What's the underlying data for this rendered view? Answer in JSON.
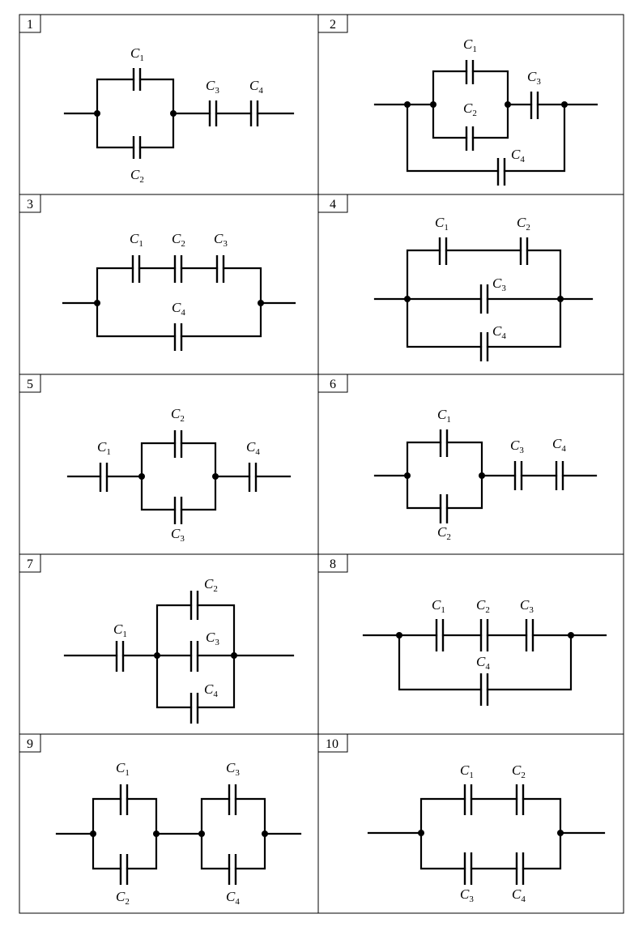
{
  "cells": [
    {
      "number": "1",
      "labels": [
        {
          "letter": "C",
          "sub": "1"
        },
        {
          "letter": "C",
          "sub": "3"
        },
        {
          "letter": "C",
          "sub": "4"
        },
        {
          "letter": "C",
          "sub": "2"
        }
      ]
    },
    {
      "number": "2",
      "labels": [
        {
          "letter": "C",
          "sub": "1"
        },
        {
          "letter": "C",
          "sub": "3"
        },
        {
          "letter": "C",
          "sub": "2"
        },
        {
          "letter": "C",
          "sub": "4"
        }
      ]
    },
    {
      "number": "3",
      "labels": [
        {
          "letter": "C",
          "sub": "1"
        },
        {
          "letter": "C",
          "sub": "2"
        },
        {
          "letter": "C",
          "sub": "3"
        },
        {
          "letter": "C",
          "sub": "4"
        }
      ]
    },
    {
      "number": "4",
      "labels": [
        {
          "letter": "C",
          "sub": "1"
        },
        {
          "letter": "C",
          "sub": "2"
        },
        {
          "letter": "C",
          "sub": "3"
        },
        {
          "letter": "C",
          "sub": "4"
        }
      ]
    },
    {
      "number": "5",
      "labels": [
        {
          "letter": "C",
          "sub": "2"
        },
        {
          "letter": "C",
          "sub": "1"
        },
        {
          "letter": "C",
          "sub": "4"
        },
        {
          "letter": "C",
          "sub": "3"
        }
      ]
    },
    {
      "number": "6",
      "labels": [
        {
          "letter": "C",
          "sub": "1"
        },
        {
          "letter": "C",
          "sub": "3"
        },
        {
          "letter": "C",
          "sub": "4"
        },
        {
          "letter": "C",
          "sub": "2"
        }
      ]
    },
    {
      "number": "7",
      "labels": [
        {
          "letter": "C",
          "sub": "2"
        },
        {
          "letter": "C",
          "sub": "1"
        },
        {
          "letter": "C",
          "sub": "3"
        },
        {
          "letter": "C",
          "sub": "4"
        }
      ]
    },
    {
      "number": "8",
      "labels": [
        {
          "letter": "C",
          "sub": "1"
        },
        {
          "letter": "C",
          "sub": "2"
        },
        {
          "letter": "C",
          "sub": "3"
        },
        {
          "letter": "C",
          "sub": "4"
        }
      ]
    },
    {
      "number": "9",
      "labels": [
        {
          "letter": "C",
          "sub": "1"
        },
        {
          "letter": "C",
          "sub": "3"
        },
        {
          "letter": "C",
          "sub": "2"
        },
        {
          "letter": "C",
          "sub": "4"
        }
      ]
    },
    {
      "number": "10",
      "labels": [
        {
          "letter": "C",
          "sub": "1"
        },
        {
          "letter": "C",
          "sub": "2"
        },
        {
          "letter": "C",
          "sub": "3"
        },
        {
          "letter": "C",
          "sub": "4"
        }
      ]
    }
  ]
}
